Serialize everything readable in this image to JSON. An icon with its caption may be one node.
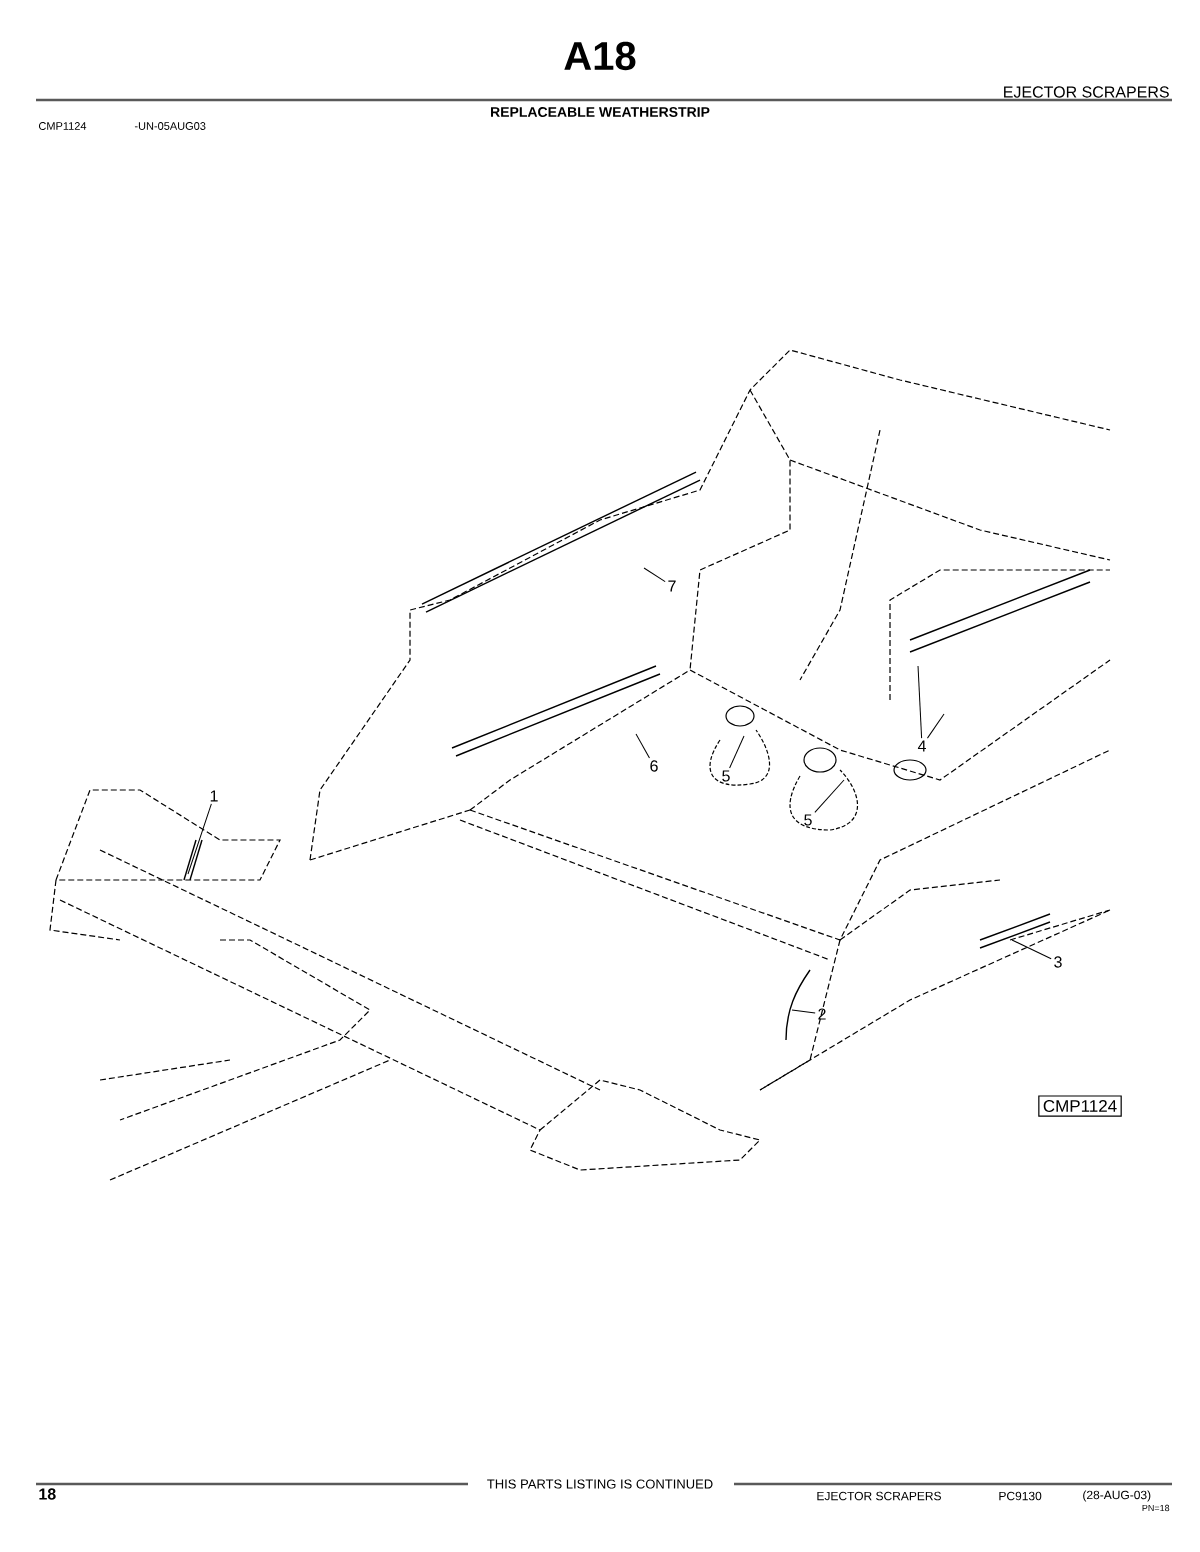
{
  "diagram": {
    "title": "A18",
    "nodes": [
      {
        "text": [
          "7"
        ]
      },
      {
        "text": [
          "4"
        ]
      },
      {
        "text": [
          "6"
        ]
      },
      {
        "text": [
          "5"
        ]
      },
      {
        "text": [
          "1"
        ]
      },
      {
        "text": [
          "5"
        ]
      },
      {
        "text": [
          "3"
        ]
      },
      {
        "text": [
          "2"
        ]
      }
    ],
    "edges": [
      {
        "from": 0,
        "to": null,
        "arrow": "none"
      },
      {
        "from": 1,
        "to": null,
        "arrow": "none"
      },
      {
        "from": 1,
        "to": null,
        "arrow": "none"
      },
      {
        "from": 2,
        "to": null,
        "arrow": "none"
      },
      {
        "from": 3,
        "to": null,
        "arrow": "none"
      },
      {
        "from": 4,
        "to": null,
        "arrow": "none"
      },
      {
        "from": 5,
        "to": null,
        "arrow": "none"
      },
      {
        "from": 6,
        "to": null,
        "arrow": "none"
      },
      {
        "from": 7,
        "to": null,
        "arrow": "none"
      }
    ],
    "labels": [
      "EJECTOR SCRAPERS",
      "REPLACEABLE WEATHERSTRIP",
      "CMP1124",
      "-UN-05AUG03",
      "CMP1124",
      "18",
      "THIS PARTS LISTING IS CONTINUED",
      "EJECTOR SCRAPERS",
      "PC9130",
      "(28-AUG-03)",
      "PN=18"
    ]
  }
}
